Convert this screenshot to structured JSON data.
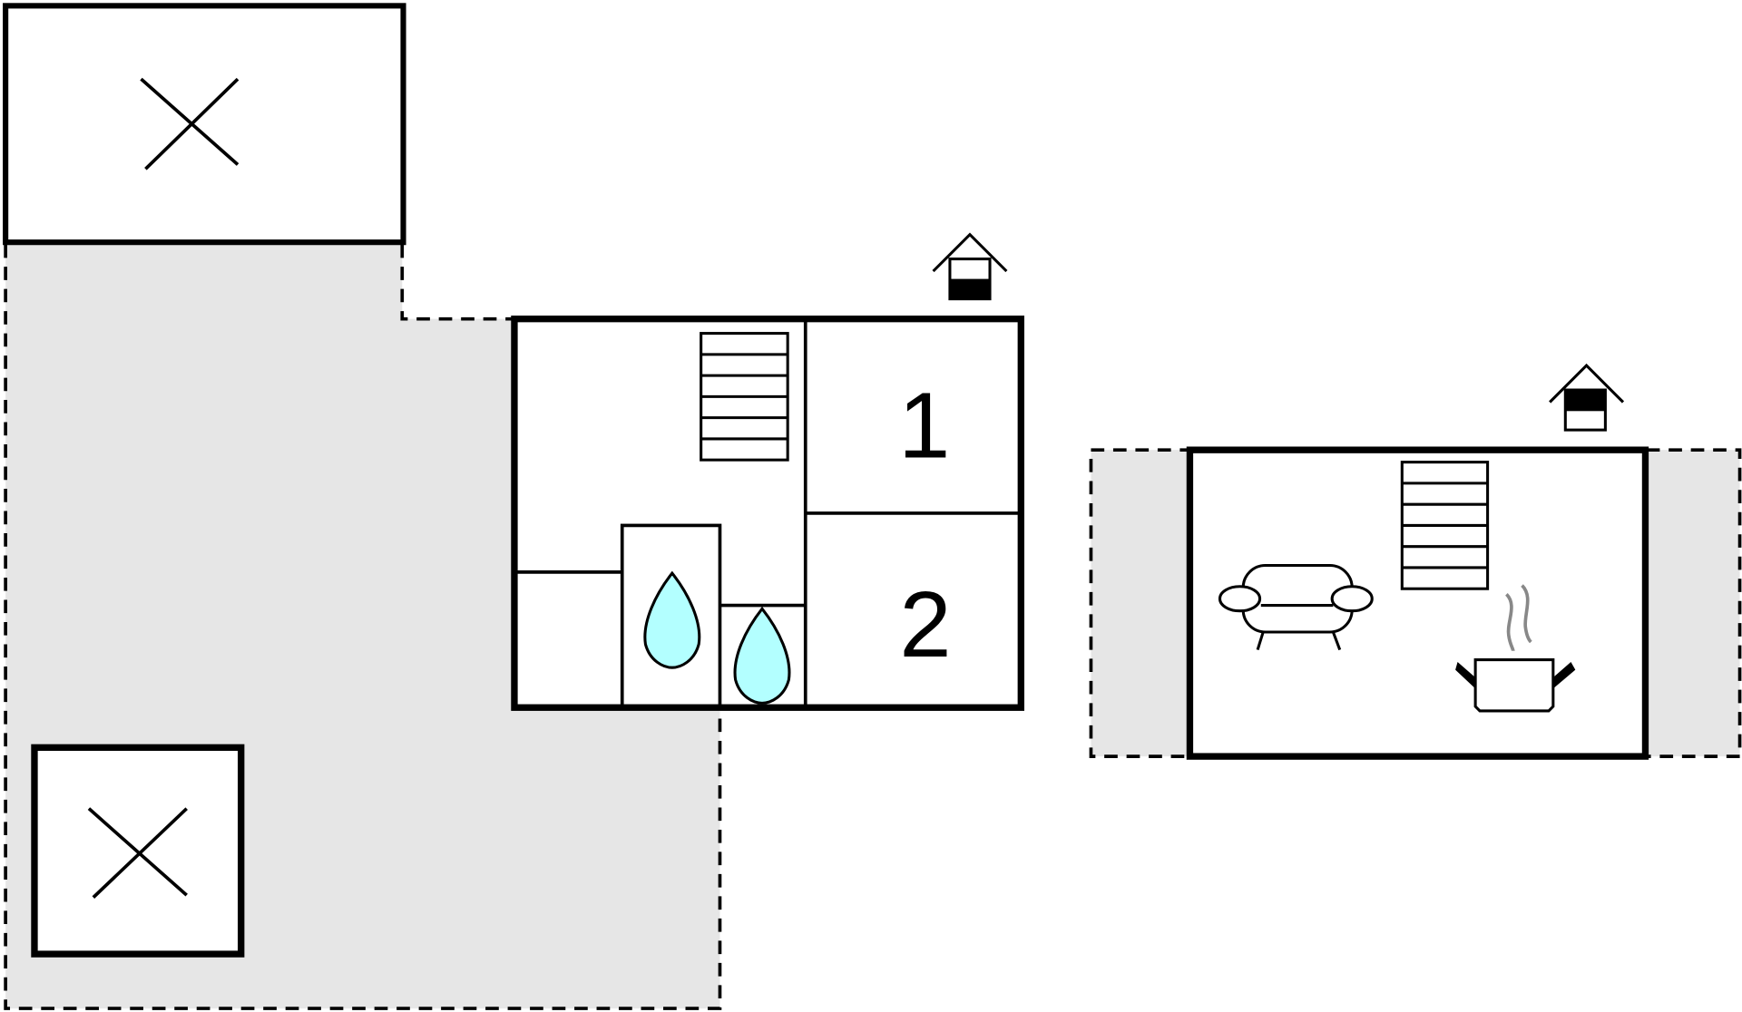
{
  "floorplan": {
    "rooms": [
      {
        "id": "bedroom-1",
        "label": "1"
      },
      {
        "id": "bedroom-2",
        "label": "2"
      }
    ],
    "icons": [
      "stairs-icon",
      "water-drop-icon",
      "house-entrance-icon",
      "sofa-icon",
      "cooking-pot-icon",
      "cross-marker-icon"
    ],
    "colors": {
      "wall": "#000000",
      "terrace": "#e6e6e6",
      "water": "#b3ffff",
      "steam": "#888888"
    }
  }
}
